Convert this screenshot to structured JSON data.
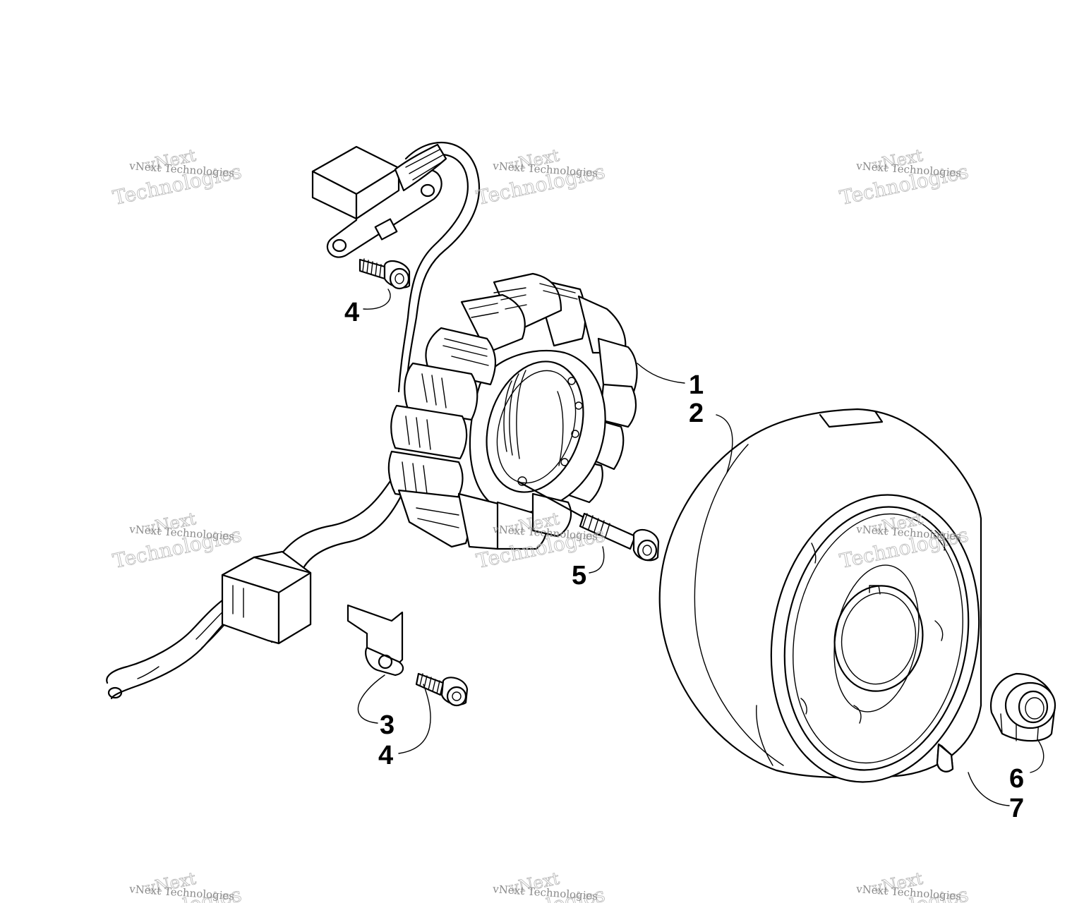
{
  "watermark": {
    "line1": "vNext",
    "line2": "Technologies",
    "small": "vNext Technologies"
  },
  "callouts": [
    {
      "id": "1",
      "label": "1"
    },
    {
      "id": "2",
      "label": "2"
    },
    {
      "id": "3",
      "label": "3"
    },
    {
      "id": "4a",
      "label": "4"
    },
    {
      "id": "4b",
      "label": "4"
    },
    {
      "id": "5",
      "label": "5"
    },
    {
      "id": "6",
      "label": "6"
    },
    {
      "id": "7",
      "label": "7"
    }
  ]
}
